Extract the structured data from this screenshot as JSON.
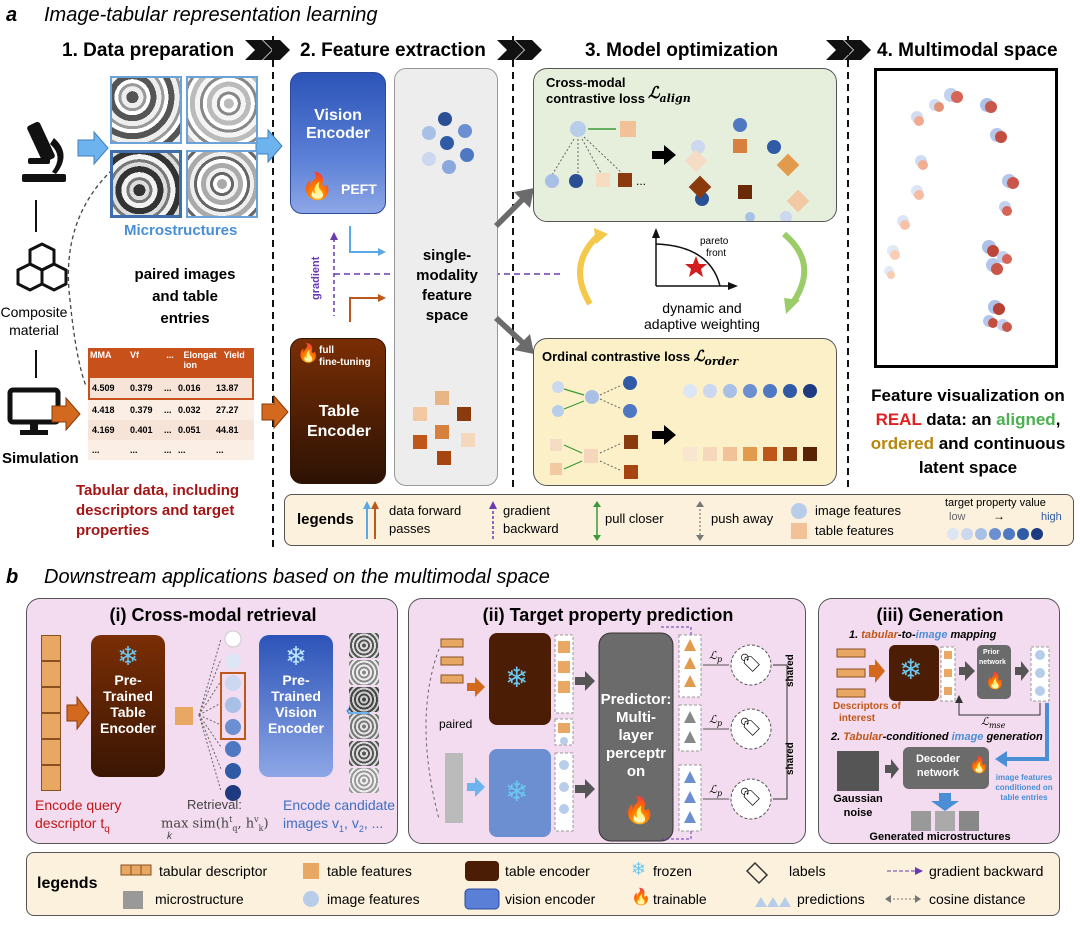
{
  "panel_a": {
    "letter": "a",
    "title": "Image-tabular representation learning",
    "step1": "1. Data preparation",
    "step2": "2. Feature extraction",
    "step3": "3. Model optimization",
    "step4": "4. Multimodal space",
    "microstructures": "Microstructures",
    "composite_line1": "Composite",
    "composite_line2": "material",
    "simulation": "Simulation",
    "paired_text_1": "paired images",
    "paired_text_2": "and table",
    "paired_text_3": "entries",
    "tabular_caption_1": "Tabular data, including",
    "tabular_caption_2": "descriptors and target",
    "tabular_caption_3": "properties",
    "table": {
      "headers": [
        "MMA",
        "Vf",
        "...",
        "Elongat ion",
        "Yield"
      ],
      "rows": [
        [
          "4.509",
          "0.379",
          "...",
          "0.016",
          "13.87"
        ],
        [
          "4.418",
          "0.379",
          "...",
          "0.032",
          "27.27"
        ],
        [
          "4.169",
          "0.401",
          "...",
          "0.051",
          "44.81"
        ],
        [
          "...",
          "...",
          "...",
          "...",
          "..."
        ]
      ]
    },
    "vision_encoder_1": "Vision",
    "vision_encoder_2": "Encoder",
    "peft": "PEFT",
    "table_encoder_1": "Table",
    "table_encoder_2": "Encoder",
    "full_finetune_1": "full",
    "full_finetune_2": "fine-tuning",
    "gradient": "gradient",
    "feature_space_1": "single-",
    "feature_space_2": "modality",
    "feature_space_3": "feature",
    "feature_space_4": "space",
    "cross_modal_1": "Cross-modal",
    "cross_modal_2": "contrastive loss",
    "l_align": "ℒ",
    "l_align_sub": "align",
    "ordinal": "Ordinal contrastive loss",
    "l_order": "ℒ",
    "l_order_sub": "order",
    "pareto_1": "pareto",
    "pareto_2": "front",
    "dynamic_1": "dynamic and",
    "dynamic_2": "adaptive weighting",
    "ellipsis": "...",
    "feat_vis_1": "Feature visualization on",
    "feat_vis_real": "REAL",
    "feat_vis_2": " data: an ",
    "feat_vis_aligned": "aligned",
    "feat_vis_3": ",",
    "feat_vis_ordered": "ordered",
    "feat_vis_4": " and continuous",
    "feat_vis_5": "latent space",
    "legend": {
      "title": "legends",
      "forward_1": "data forward",
      "forward_2": "passes",
      "backward_1": "gradient",
      "backward_2": "backward",
      "pull": "pull closer",
      "push": "push away",
      "image_features": "image features",
      "table_features": "table features",
      "target_value": "target property value",
      "low": "low",
      "arrow": "→",
      "high": "high"
    }
  },
  "panel_b": {
    "letter": "b",
    "title": "Downstream applications based on the multimodal space",
    "retrieval_title": "(i) Cross-modal retrieval",
    "pretrained_table_1": "Pre-",
    "pretrained_table_2": "Trained",
    "pretrained_table_3": "Table",
    "pretrained_table_4": "Encoder",
    "pretrained_vision_1": "Pre-",
    "pretrained_vision_2": "Trained",
    "pretrained_vision_3": "Vision",
    "pretrained_vision_4": "Encoder",
    "encode_query_1": "Encode query",
    "encode_query_2": "descriptor t",
    "encode_query_sub": "q",
    "retrieval_1": "Retrieval:",
    "retrieval_2": "max sim(h",
    "retrieval_2b": "t",
    "retrieval_2c": "q",
    "retrieval_2d": ", h",
    "retrieval_2e": "v",
    "retrieval_2f": "k",
    "retrieval_2g": ")",
    "retrieval_k": "k",
    "encode_cand_1": "Encode candidate",
    "encode_cand_2": "images v",
    "encode_cand_3": "1",
    "encode_cand_4": ", v",
    "encode_cand_5": "2",
    "encode_cand_6": ", ...",
    "prediction_title": "(ii) Target property prediction",
    "predictor_1": "Predictor:",
    "predictor_2": "Multi-",
    "predictor_3": "layer",
    "predictor_4": "perceptr",
    "predictor_5": "on",
    "paired": "paired",
    "shared": "shared",
    "lp": "ℒ",
    "lp_sub": "p",
    "generation_title": "(iii) Generation",
    "gen1_pre": "1. ",
    "gen1_tab": "tabular",
    "gen1_mid": "-to-",
    "gen1_img": "image",
    "gen1_post": " mapping",
    "prior_1": "Prior",
    "prior_2": "network",
    "descriptors_1": "Descriptors of",
    "descriptors_2": "interest",
    "lmse": "ℒ",
    "lmse_sub": "mse",
    "gen2_pre": "2. ",
    "gen2_tab": "Tabular",
    "gen2_mid": "-conditioned ",
    "gen2_img": "image",
    "gen2_post": " generation",
    "decoder_1": "Decoder",
    "decoder_2": "network",
    "gaussian_1": "Gaussian",
    "gaussian_2": "noise",
    "img_cond_1": "image features",
    "img_cond_2": "conditioned on",
    "img_cond_3": "table entries",
    "generated": "Generated microstructures",
    "legend": {
      "title": "legends",
      "tabular_descriptor": "tabular descriptor",
      "table_features": "table features",
      "table_encoder": "table encoder",
      "frozen": "frozen",
      "labels": "labels",
      "gradient_backward": "gradient backward",
      "microstructure": "microstructure",
      "image_features": "image features",
      "vision_encoder": "vision encoder",
      "trainable": "trainable",
      "predictions": "predictions",
      "cosine": "cosine distance"
    }
  },
  "colors": {
    "blue_arrow": "#5aa9e6",
    "orange_arrow": "#c0571a",
    "dark_red": "#a31515",
    "green_box": "#e6efdc",
    "yellow_box": "#fbf0c8",
    "pink_box": "#f3dcef",
    "legend_bg": "#fbf1dd",
    "real_red": "#e02020",
    "aligned_green": "#4caf50",
    "ordered_gold": "#b8860b"
  }
}
